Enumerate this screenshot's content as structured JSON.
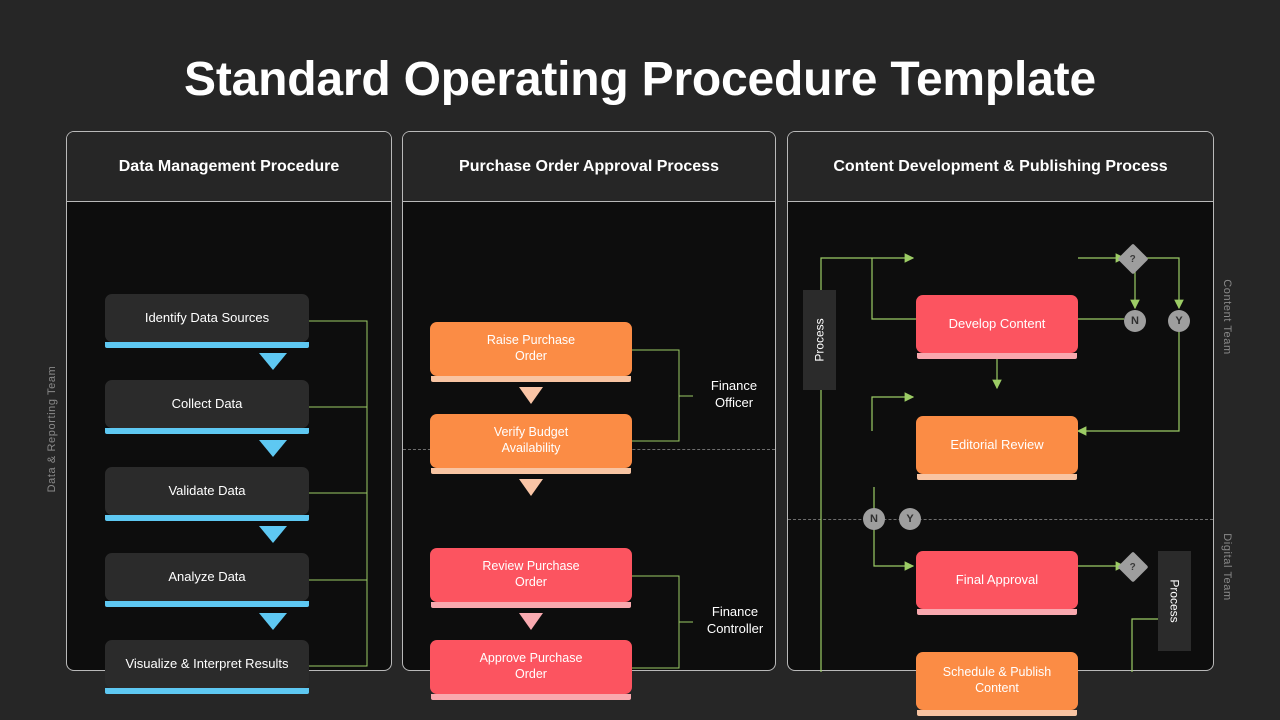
{
  "page": {
    "title": "Standard Operating Procedure Template",
    "background": "#262626",
    "accents": {
      "blue": "#5ec8f2",
      "orange": "#fb8c45",
      "red": "#fc5460",
      "connector_green": "#9ccc65",
      "grey_card": "#2b2b2b",
      "panel_bg": "#0d0d0d",
      "panel_border": "#b9b9b9"
    }
  },
  "columns": [
    {
      "id": "data-management",
      "header": "Data Management Procedure",
      "lane_label": "Data & Reporting Team",
      "steps": [
        {
          "label": "Identify Data Sources",
          "style": "grey"
        },
        {
          "label": "Collect Data",
          "style": "grey"
        },
        {
          "label": "Validate Data",
          "style": "grey"
        },
        {
          "label": "Analyze Data",
          "style": "grey"
        },
        {
          "label": "Visualize & Interpret Results",
          "style": "grey"
        }
      ]
    },
    {
      "id": "purchase-order",
      "header": "Purchase Order Approval Process",
      "lanes": [
        {
          "role": "Finance\nOfficer",
          "steps": [
            {
              "label": "Raise Purchase\nOrder",
              "style": "orange"
            },
            {
              "label": "Verify Budget\nAvailability",
              "style": "orange"
            }
          ]
        },
        {
          "role": "Finance\nController",
          "steps": [
            {
              "label": "Review Purchase\nOrder",
              "style": "red"
            },
            {
              "label": "Approve Purchase\nOrder",
              "style": "red"
            }
          ]
        }
      ]
    },
    {
      "id": "content-development",
      "header": "Content Development & Publishing Process",
      "lane_labels": [
        "Content Team",
        "Digital Team"
      ],
      "process_bars": [
        "Process",
        "Process"
      ],
      "steps": [
        {
          "label": "Develop Content",
          "style": "red"
        },
        {
          "label": "Editorial Review",
          "style": "orange"
        },
        {
          "label": "Final Approval",
          "style": "red"
        },
        {
          "label": "Schedule & Publish\nContent",
          "style": "orange"
        }
      ],
      "decisions": [
        {
          "name": "decision-after-develop-content",
          "glyph": "?"
        },
        {
          "name": "decision-after-final-approval",
          "glyph": "?"
        }
      ],
      "branch_nodes": [
        {
          "glyph": "N",
          "group": "develop-content"
        },
        {
          "glyph": "Y",
          "group": "develop-content"
        },
        {
          "glyph": "N",
          "group": "editorial-review"
        },
        {
          "glyph": "Y",
          "group": "editorial-review"
        }
      ]
    }
  ]
}
